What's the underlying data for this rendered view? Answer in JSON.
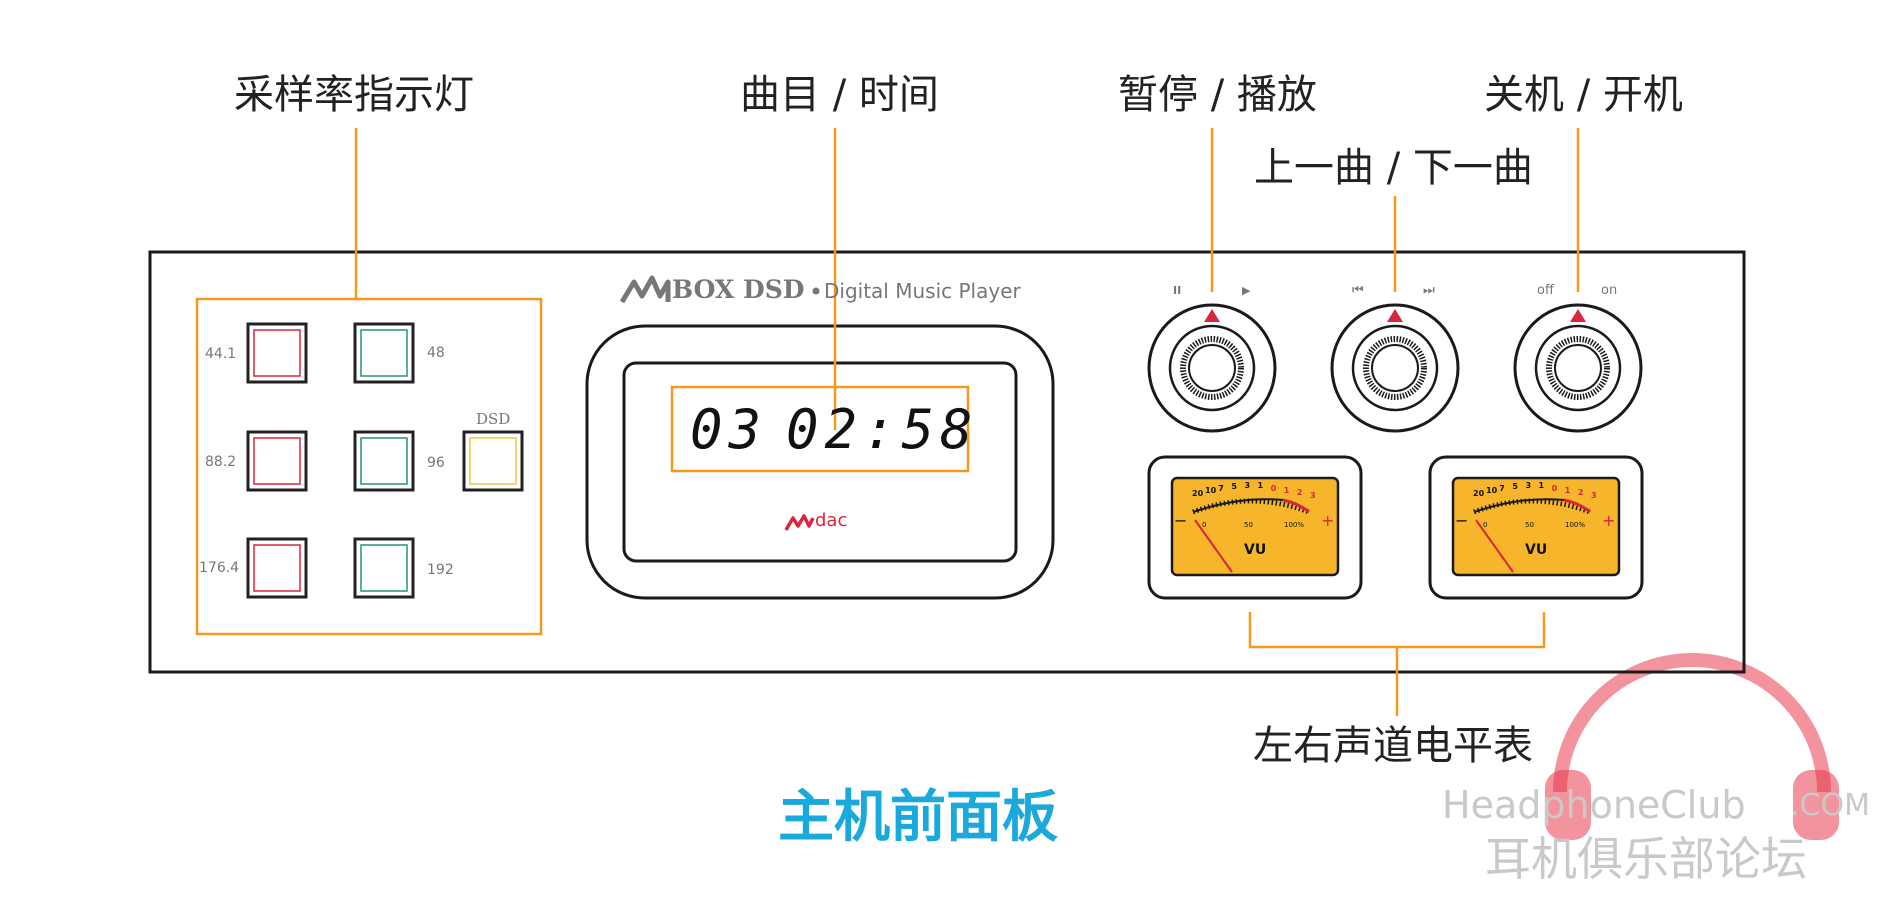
{
  "callouts": {
    "sample_rate_indicator": "采样率指示灯",
    "track_time": "曲目 / 时间",
    "pause_play": "暂停 / 播放",
    "prev_next": "上一曲 / 下一曲",
    "power_off_on": "关机 / 开机",
    "lr_level_meter": "左右声道电平表"
  },
  "title": "主机前面板",
  "brand": {
    "model": "BOX DSD",
    "tagline": "Digital Music Player",
    "sublogo": "dac"
  },
  "display": {
    "track": "03",
    "time": "02:58"
  },
  "sample_rates": {
    "r441": "44.1",
    "r48": "48",
    "r882": "88.2",
    "r96": "96",
    "r1764": "176.4",
    "r192": "192",
    "dsd": "DSD"
  },
  "controls": {
    "pause_symbol": "II",
    "play_symbol": "▶",
    "prev_symbol": "⏮",
    "next_symbol": "⏭",
    "off": "off",
    "on": "on"
  },
  "vu_meter": {
    "label": "VU",
    "top_scale": [
      "20",
      "10",
      "7",
      "5",
      "3",
      "1",
      "0",
      "1",
      "2",
      "3"
    ],
    "bottom_scale": [
      "0",
      "50",
      "100%"
    ],
    "minus": "−",
    "plus": "+"
  },
  "watermark": {
    "site": "HeadphoneClub",
    "domain": ".COM",
    "cn": "耳机俱乐部论坛"
  },
  "colors": {
    "callout_line": "#f39a1e",
    "title": "#19a9dc",
    "vu_face": "#f6b52a",
    "red_led": "#d9263c",
    "green_led": "#1f9a64",
    "yellow_led": "#f2c34a",
    "watermark_headphone": "#e83a4c"
  }
}
